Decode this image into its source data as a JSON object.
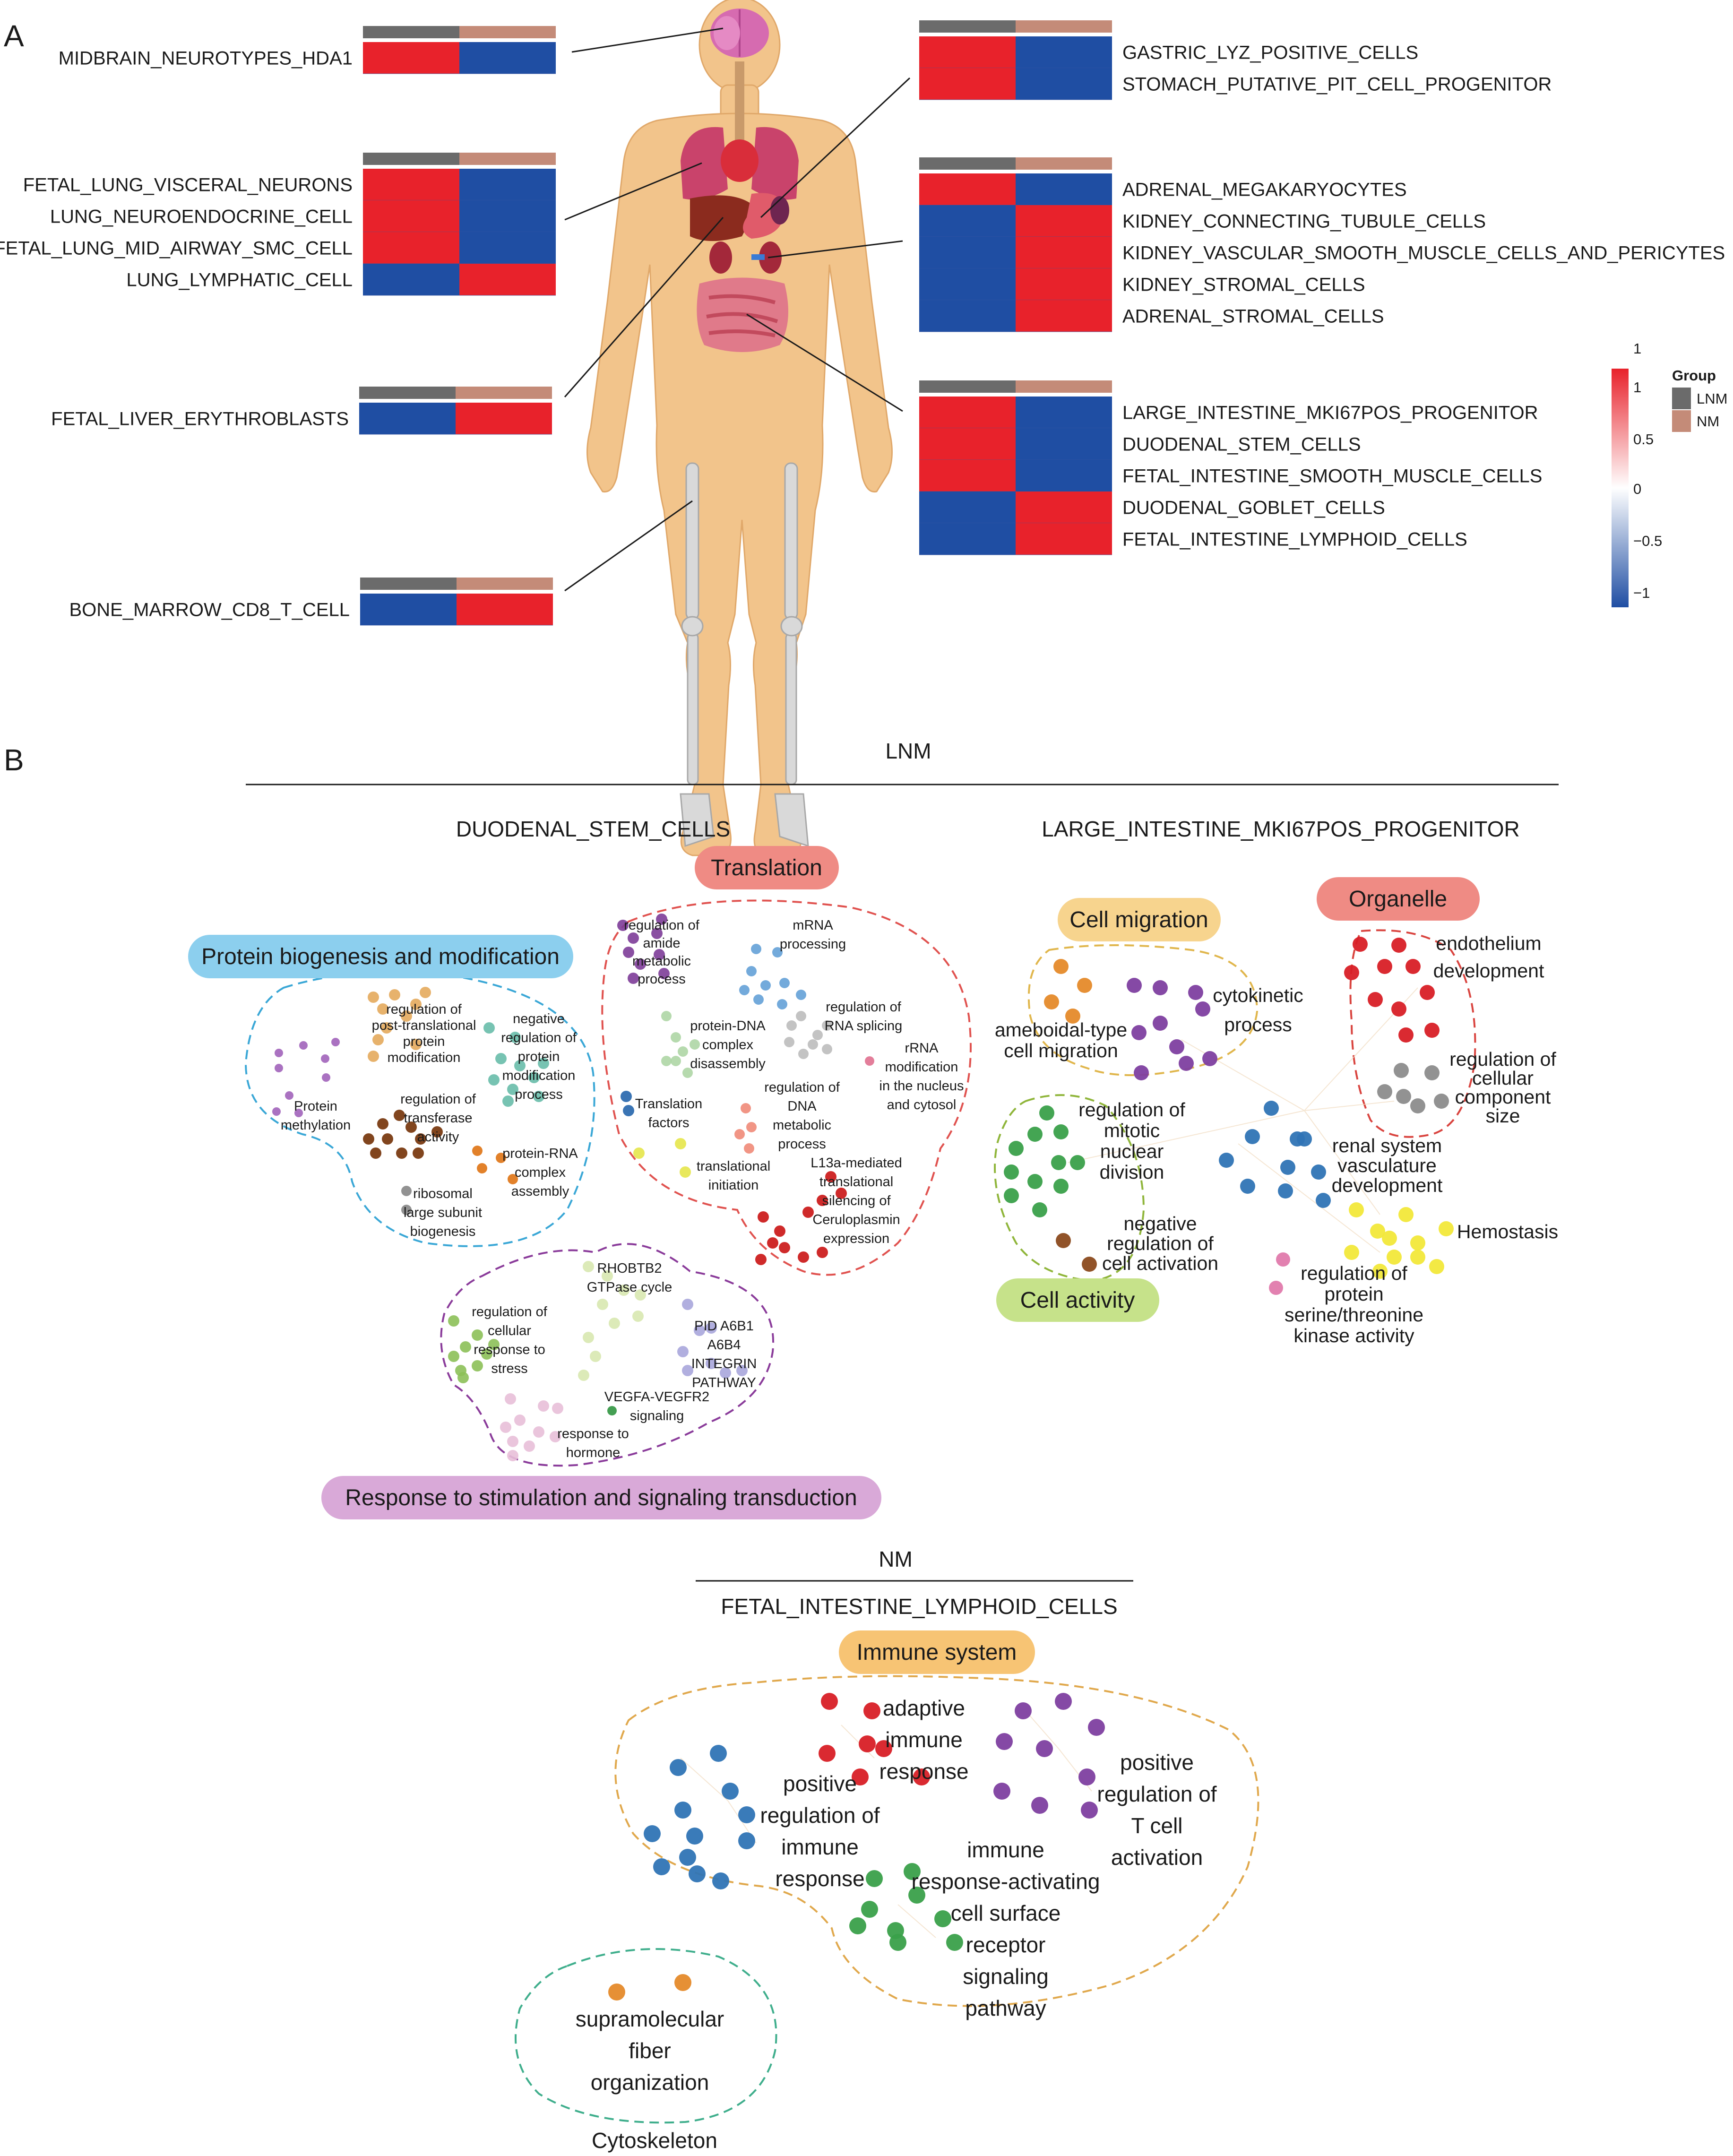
{
  "panels": {
    "a": "A",
    "b": "B"
  },
  "colors": {
    "red": "#e8222b",
    "blue": "#1f4ea3",
    "lnm_bar": "#6b6b6b",
    "nm_bar": "#c48b78",
    "body": "#f2c48b",
    "bone": "#d9d9d9"
  },
  "heatmap_groups": [
    {
      "id": "brain",
      "rows": [
        {
          "label": "MIDBRAIN_NEUROTYPES_HDA1",
          "lnm": 1,
          "nm": -1
        }
      ]
    },
    {
      "id": "lung",
      "rows": [
        {
          "label": "FETAL_LUNG_VISCERAL_NEURONS",
          "lnm": 1,
          "nm": -1
        },
        {
          "label": "LUNG_NEUROENDOCRINE_CELL",
          "lnm": 1,
          "nm": -1
        },
        {
          "label": "FETAL_LUNG_MID_AIRWAY_SMC_CELL",
          "lnm": 1,
          "nm": -1
        },
        {
          "label": "LUNG_LYMPHATIC_CELL",
          "lnm": -1,
          "nm": 1
        }
      ]
    },
    {
      "id": "liver",
      "rows": [
        {
          "label": "FETAL_LIVER_ERYTHROBLASTS",
          "lnm": -1,
          "nm": 1
        }
      ]
    },
    {
      "id": "bone",
      "rows": [
        {
          "label": "BONE_MARROW_CD8_T_CELL",
          "lnm": -1,
          "nm": 1
        }
      ]
    },
    {
      "id": "stomach",
      "rows": [
        {
          "label": "GASTRIC_LYZ_POSITIVE_CELLS",
          "lnm": 1,
          "nm": -1
        },
        {
          "label": "STOMACH_PUTATIVE_PIT_CELL_PROGENITOR",
          "lnm": 1,
          "nm": -1
        }
      ]
    },
    {
      "id": "kidney",
      "rows": [
        {
          "label": "ADRENAL_MEGAKARYOCYTES",
          "lnm": 1,
          "nm": -1
        },
        {
          "label": "KIDNEY_CONNECTING_TUBULE_CELLS",
          "lnm": -1,
          "nm": 1
        },
        {
          "label": "KIDNEY_VASCULAR_SMOOTH_MUSCLE_CELLS_AND_PERICYTES",
          "lnm": -1,
          "nm": 1
        },
        {
          "label": "KIDNEY_STROMAL_CELLS",
          "lnm": -1,
          "nm": 1
        },
        {
          "label": "ADRENAL_STROMAL_CELLS",
          "lnm": -1,
          "nm": 1
        }
      ]
    },
    {
      "id": "intestine",
      "rows": [
        {
          "label": "LARGE_INTESTINE_MKI67POS_PROGENITOR",
          "lnm": 1,
          "nm": -1
        },
        {
          "label": "DUODENAL_STEM_CELLS",
          "lnm": 1,
          "nm": -1
        },
        {
          "label": "FETAL_INTESTINE_SMOOTH_MUSCLE_CELLS",
          "lnm": 1,
          "nm": -1
        },
        {
          "label": "DUODENAL_GOBLET_CELLS",
          "lnm": -1,
          "nm": 1
        },
        {
          "label": "FETAL_INTESTINE_LYMPHOID_CELLS",
          "lnm": -1,
          "nm": 1
        }
      ]
    }
  ],
  "legend": {
    "scale_ticks": [
      "1",
      "0.5",
      "0",
      "−0.5",
      "−1"
    ],
    "group_title": "Group",
    "groups": [
      {
        "label": "LNM",
        "color": "#6b6b6b"
      },
      {
        "label": "NM",
        "color": "#c48b78"
      }
    ]
  },
  "network": {
    "lnm_title": "LNM",
    "nm_title": "NM",
    "duodenal": {
      "title": "DUODENAL_STEM_CELLS",
      "clusters": {
        "protein": "Protein biogenesis and modification",
        "translation": "Translation",
        "response": "Response to stimulation and signaling transduction"
      },
      "terms": {
        "reg_post_trans": "regulation of\npost-translational\nprotein\nmodification",
        "neg_reg_protein_mod": "negative\nregulation of\nprotein\nmodification\nprocess",
        "reg_transferase": "regulation of\ntransferase\nactivity",
        "protein_methylation": "Protein\nmethylation",
        "protein_rna": "protein-RNA\ncomplex\nassembly",
        "ribosomal": "ribosomal\nlarge subunit\nbiogenesis",
        "reg_amide": "regulation of\namide\nmetabolic\nprocess",
        "mrna": "mRNA\nprocessing",
        "reg_rna_splicing": "regulation of\nRNA splicing",
        "protein_dna": "protein-DNA\ncomplex\ndisassembly",
        "rrna": "rRNA\nmodification\nin the nucleus\nand cytosol",
        "translation_factors": "Translation\nfactors",
        "reg_dna_metabolic": "regulation of\nDNA\nmetabolic\nprocess",
        "translational_initiation": "translational\ninitiation",
        "l13a": "L13a-mediated\ntranslational\nsilencing of\nCeruloplasmin\nexpression",
        "rhobtb2": "RHOBTB2\nGTPase cycle",
        "reg_cell_stress": "regulation of\ncellular\nresponse to\nstress",
        "pid_a6b1": "PID A6B1\nA6B4\nINTEGRIN\nPATHWAY",
        "vegfa": "VEGFA-VEGFR2\nsignaling",
        "response_hormone": "response to\nhormone"
      }
    },
    "large_intestine": {
      "title": "LARGE_INTESTINE_MKI67POS_PROGENITOR",
      "clusters": {
        "migration": "Cell migration",
        "organelle": "Organelle",
        "activity": "Cell activity"
      },
      "terms": {
        "ameboidal": "ameboidal-type\ncell migration",
        "cytokinetic": "cytokinetic\nprocess",
        "endothelium": "endothelium\ndevelopment",
        "reg_cell_comp": "regulation of\ncellular\ncomponent\nsize",
        "reg_mitotic": "regulation of\nmitotic\nnuclear\ndivision",
        "renal": "renal system\nvasculature\ndevelopment",
        "neg_reg_activation": "negative\nregulation of\ncell activation",
        "hemostasis": "Hemostasis",
        "reg_ser_thr": "regulation of\nprotein\nserine/threonine\nkinase activity"
      }
    },
    "fetal_lymphoid": {
      "title": "FETAL_INTESTINE_LYMPHOID_CELLS",
      "clusters": {
        "immune": "Immune system",
        "cytoskeleton": "Cytoskeleton"
      },
      "terms": {
        "adaptive": "adaptive\nimmune\nresponse",
        "pos_reg_tcell": "positive\nregulation of\nT cell\nactivation",
        "pos_reg_immune": "positive\nregulation of\nimmune\nresponse",
        "immune_activating": "immune\nresponse-activating\ncell surface\nreceptor\nsignaling\npathway",
        "supramolecular": "supramolecular\nfiber\norganization"
      }
    }
  }
}
